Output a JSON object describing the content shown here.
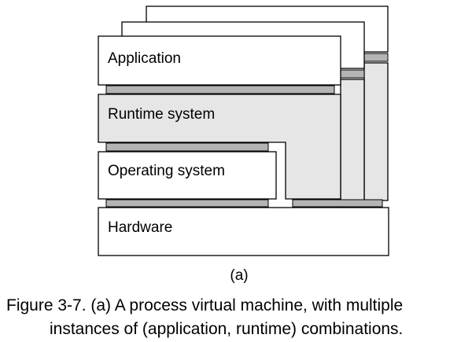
{
  "diagram": {
    "layers": {
      "application": "Application",
      "runtime": "Runtime system",
      "os": "Operating system",
      "hardware": "Hardware"
    },
    "sublabel": "(a)"
  },
  "caption": {
    "line1": "Figure 3-7. (a) A process virtual machine, with multiple",
    "line2": "instances of (application, runtime) combinations."
  },
  "colors": {
    "box_fill": "#ffffff",
    "runtime_fill": "#e6e6e6",
    "interface_fill": "#b4b4b4",
    "stroke": "#000000"
  }
}
